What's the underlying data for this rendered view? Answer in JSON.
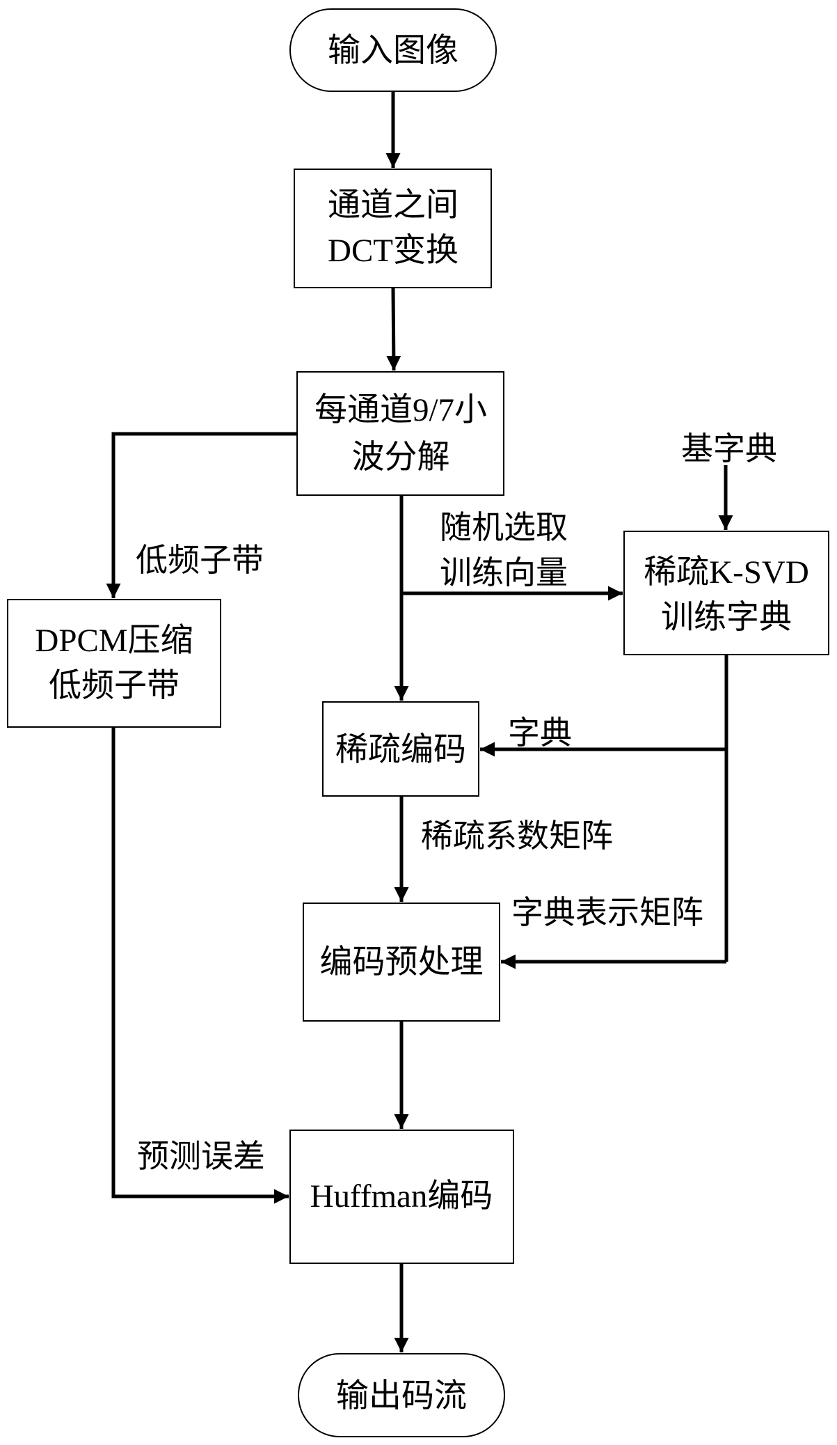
{
  "diagram": {
    "type": "flowchart",
    "nodes": {
      "input": {
        "shape": "terminal",
        "lines": [
          "输入图像"
        ]
      },
      "dct": {
        "shape": "process",
        "lines": [
          "通道之间",
          "DCT变换"
        ]
      },
      "wavelet": {
        "shape": "process",
        "lines": [
          "每通道9/7小",
          "波分解"
        ]
      },
      "dpcm": {
        "shape": "process",
        "lines": [
          "DPCM压缩",
          "低频子带"
        ]
      },
      "ksvd": {
        "shape": "process",
        "lines": [
          "稀疏K-SVD",
          "训练字典"
        ]
      },
      "sparse_coding": {
        "shape": "process",
        "lines": [
          "稀疏编码"
        ]
      },
      "preprocess": {
        "shape": "process",
        "lines": [
          "编码预处理"
        ]
      },
      "huffman": {
        "shape": "process",
        "lines": [
          "Huffman编码"
        ]
      },
      "output": {
        "shape": "terminal",
        "lines": [
          "输出码流"
        ]
      }
    },
    "labels": {
      "base_dict": "基字典",
      "low_freq": "低频子带",
      "random_select": [
        "随机选取",
        "训练向量"
      ],
      "dictionary": "字典",
      "sparse_matrix": "稀疏系数矩阵",
      "dict_repr_matrix": "字典表示矩阵",
      "prediction_error": "预测误差"
    },
    "edges": [
      {
        "from": "input",
        "to": "dct",
        "label": ""
      },
      {
        "from": "dct",
        "to": "wavelet",
        "label": ""
      },
      {
        "from": "wavelet",
        "to": "dpcm",
        "label": "低频子带"
      },
      {
        "from": "wavelet",
        "to": "ksvd",
        "label": "随机选取训练向量"
      },
      {
        "from": "wavelet",
        "to": "sparse_coding",
        "label": ""
      },
      {
        "from": "base_dict",
        "to": "ksvd",
        "label": ""
      },
      {
        "from": "ksvd",
        "to": "sparse_coding",
        "label": "字典"
      },
      {
        "from": "ksvd",
        "to": "preprocess",
        "label": "字典表示矩阵"
      },
      {
        "from": "sparse_coding",
        "to": "preprocess",
        "label": "稀疏系数矩阵"
      },
      {
        "from": "preprocess",
        "to": "huffman",
        "label": ""
      },
      {
        "from": "dpcm",
        "to": "huffman",
        "label": "预测误差"
      },
      {
        "from": "huffman",
        "to": "output",
        "label": ""
      }
    ]
  }
}
